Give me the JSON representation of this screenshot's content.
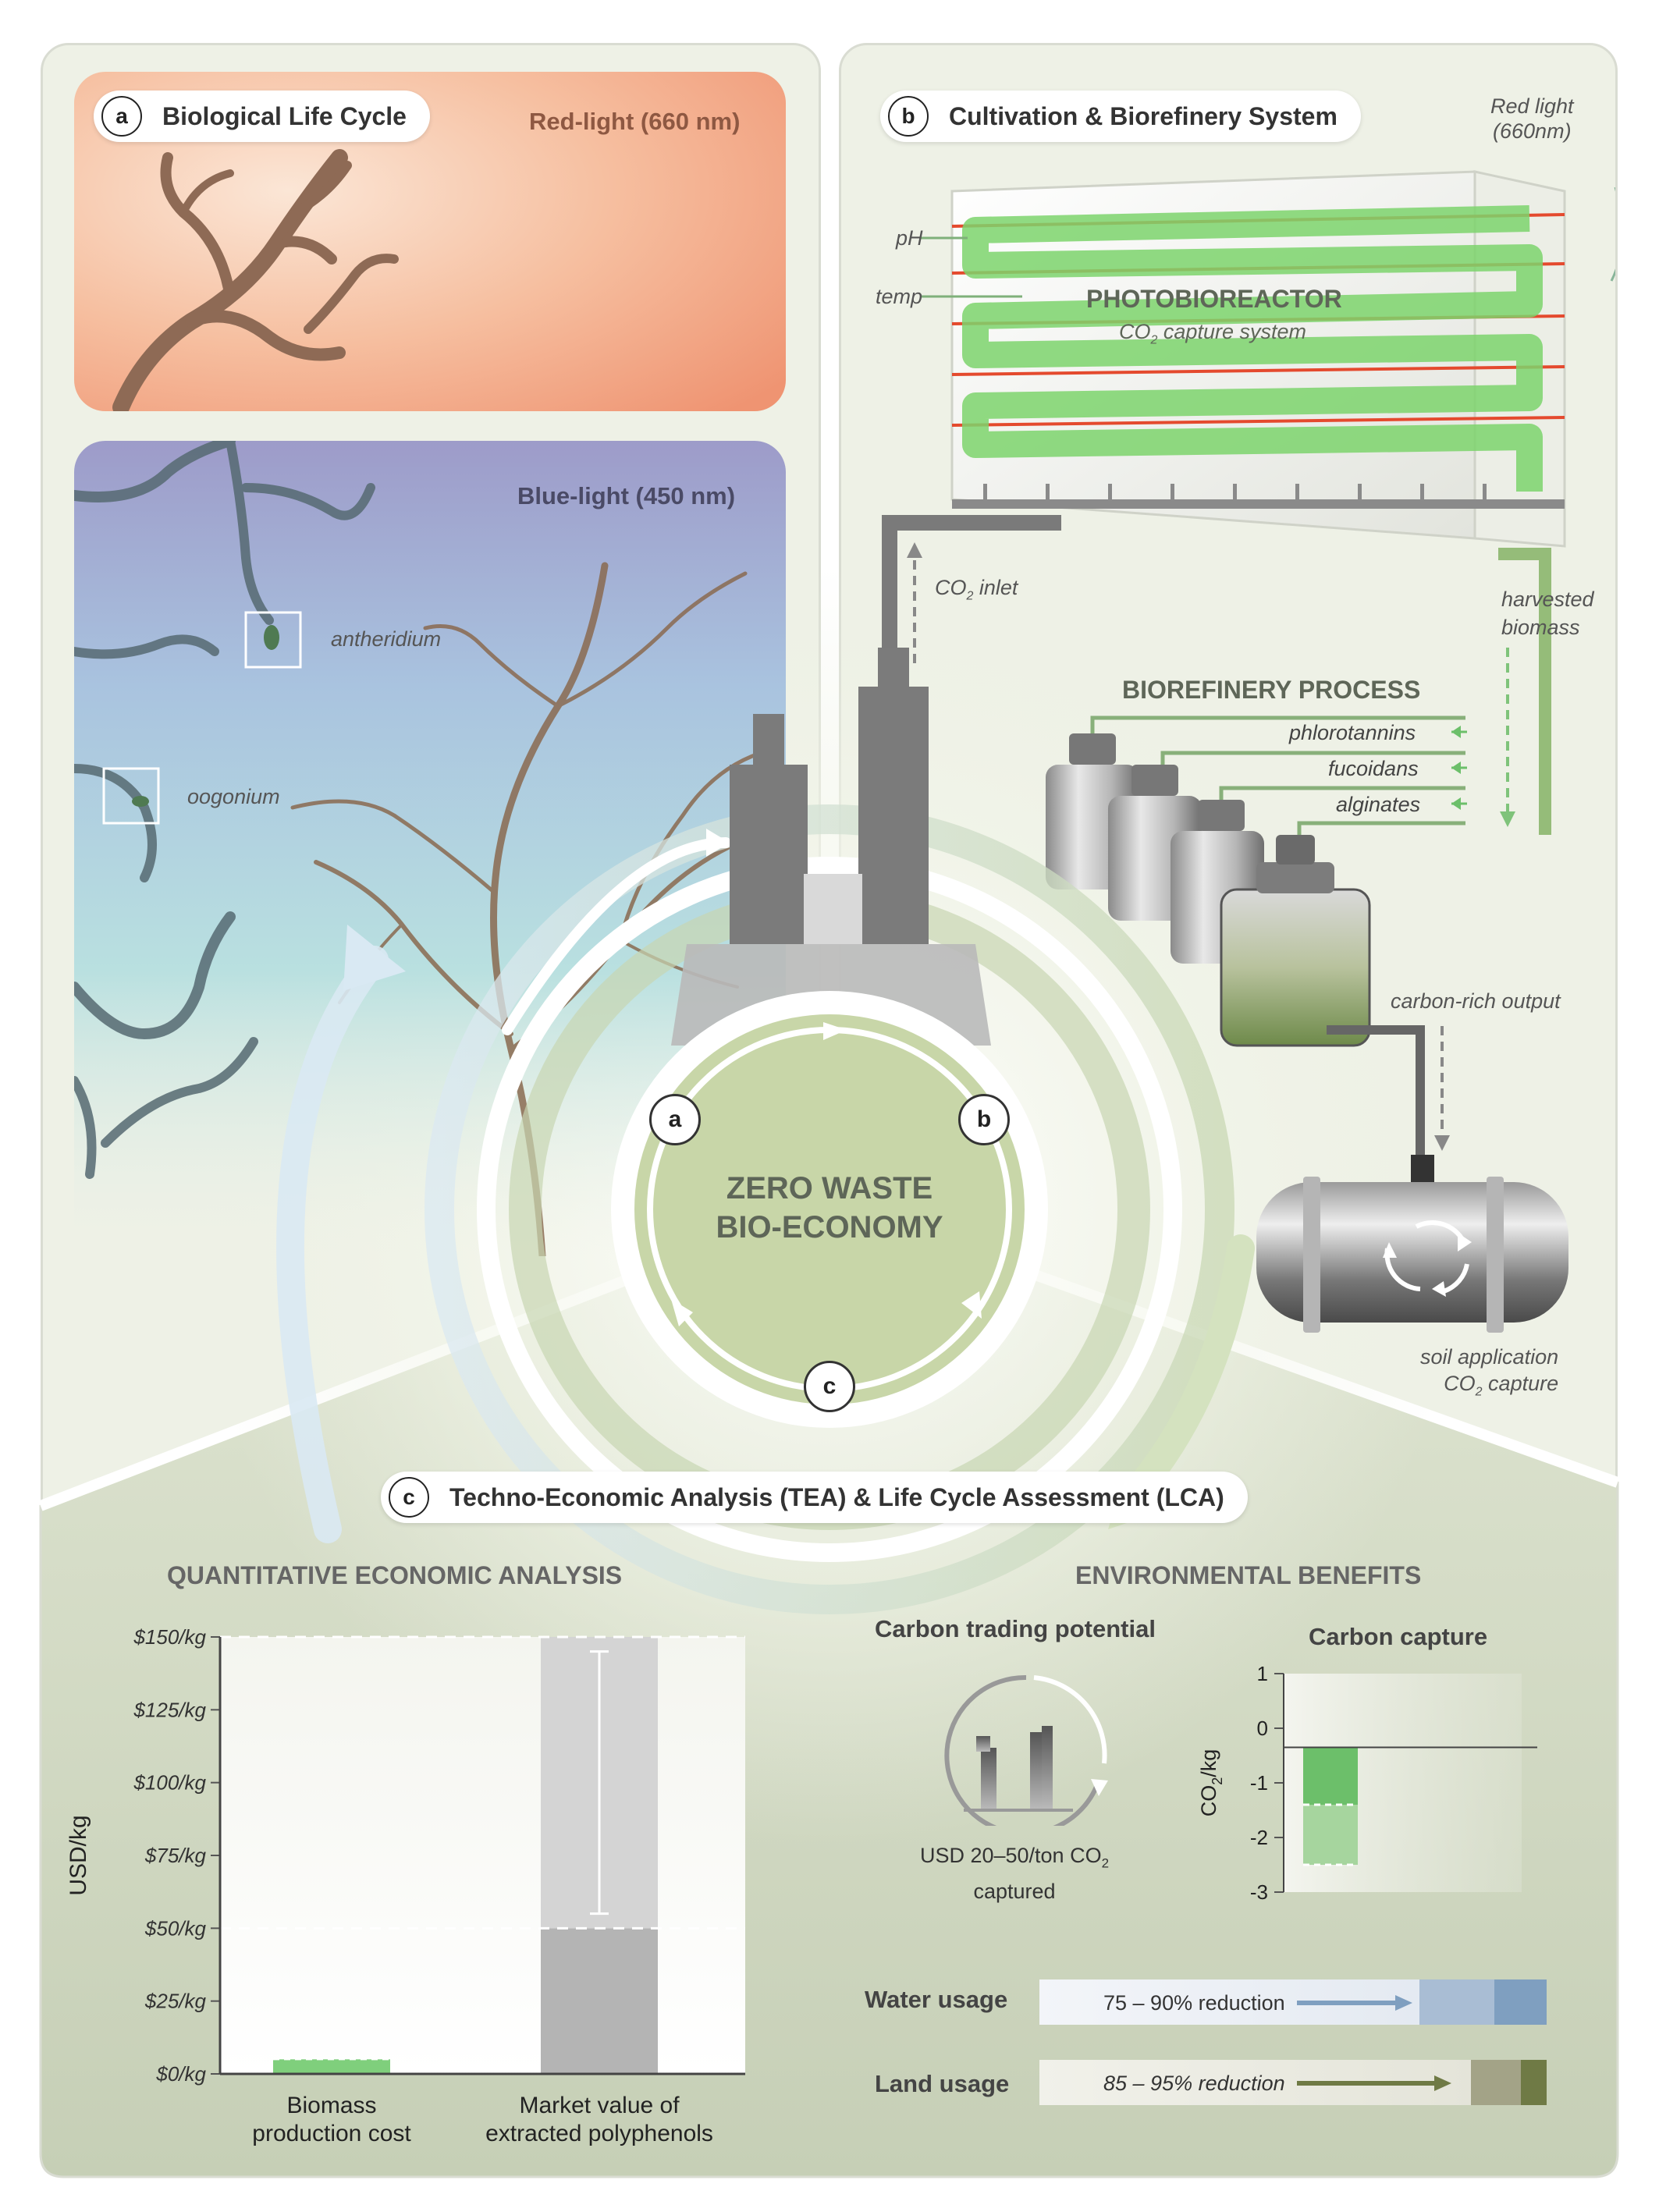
{
  "panel_a": {
    "letter": "a",
    "title": "Biological Life Cycle",
    "red_light": "Red-light (660 nm)",
    "blue_light": "Blue-light (450 nm)",
    "antheridium": "antheridium",
    "oogonium": "oogonium"
  },
  "panel_b": {
    "letter": "b",
    "title": "Cultivation & Biorefinery System",
    "red_light_line1": "Red light",
    "red_light_line2": "(660nm)",
    "ph": "pH",
    "temp": "temp",
    "pbr_title": "PHOTOBIOREACTOR",
    "pbr_sub_pre": "CO",
    "pbr_sub_sub": "2",
    "pbr_sub_post": " capture system",
    "co2_inlet_pre": "CO",
    "co2_inlet_sub": "2",
    "co2_inlet_post": " inlet",
    "harvested_line1": "harvested",
    "harvested_line2": "biomass",
    "biorefinery_title": "BIOREFINERY PROCESS",
    "products": [
      "phlorotannins",
      "fucoidans",
      "alginates"
    ],
    "carbon_output": "carbon-rich output",
    "soil_line1": "soil application",
    "soil_line2_pre": "CO",
    "soil_line2_sub": "2",
    "soil_line2_post": " capture"
  },
  "center": {
    "line1": "ZERO WASTE",
    "line2": "BIO-ECONOMY",
    "nodes": [
      "a",
      "b",
      "c"
    ]
  },
  "panel_c": {
    "letter": "c",
    "title": "Techno-Economic Analysis (TEA) & Life Cycle Assessment (LCA)",
    "econ_title": "QUANTITATIVE ECONOMIC ANALYSIS",
    "env_title": "ENVIRONMENTAL BENEFITS",
    "carbon_trading_title": "Carbon trading potential",
    "carbon_trading_line1_pre": "USD 20–50/ton CO",
    "carbon_trading_line1_sub": "2",
    "carbon_trading_line2": "captured",
    "carbon_capture_title": "Carbon capture",
    "water_label": "Water usage",
    "water_value": "75 – 90% reduction",
    "land_label": "Land usage",
    "land_value": "85 – 95% reduction",
    "colors": {
      "water": "#7f9fc0",
      "land": "#6f7a45",
      "green": "#6cbf6a"
    }
  },
  "chart_data": [
    {
      "type": "bar",
      "title": "",
      "ylabel": "USD/kg",
      "ylim": [
        0,
        150
      ],
      "yticks": [
        "$0/kg",
        "$25/kg",
        "$50/kg",
        "$75/kg",
        "$100/kg",
        "$125/kg",
        "$150/kg"
      ],
      "ytick_values": [
        0,
        25,
        50,
        75,
        100,
        125,
        150
      ],
      "categories": [
        "Biomass production cost",
        "Market value of extracted polyphenols"
      ],
      "category_lines": [
        [
          "Biomass",
          "production cost"
        ],
        [
          "Market value of",
          "extracted polyphenols"
        ]
      ],
      "ranges": [
        [
          2,
          5
        ],
        [
          50,
          150
        ]
      ],
      "colors": [
        "#7fcf7c",
        "#b4b4b4"
      ]
    },
    {
      "type": "bar",
      "title": "Carbon capture",
      "ylabel": "CO2/kg",
      "ylim": [
        -3,
        1
      ],
      "yticks": [
        "1",
        "0",
        "-1",
        "-2",
        "-3"
      ],
      "ytick_values": [
        1,
        0,
        -1,
        -2,
        -3
      ],
      "baseline": -0.35,
      "ranges": [
        [
          -0.35,
          -1.4
        ],
        [
          -1.4,
          -2.5
        ]
      ],
      "colors": [
        "#6cbf6a",
        "#a6d59e"
      ]
    }
  ]
}
